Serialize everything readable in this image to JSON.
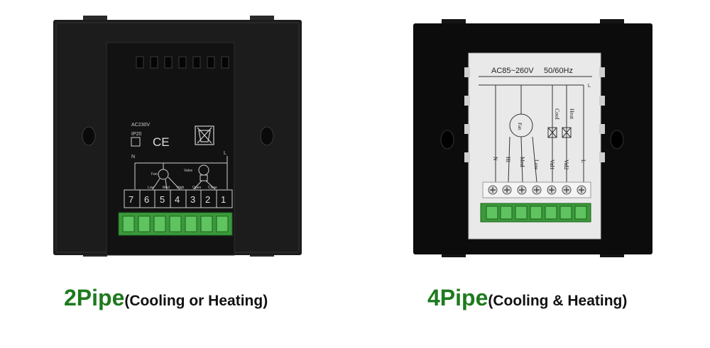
{
  "left_panel": {
    "label_ac": "AC230V",
    "label_ip": "IP20",
    "label_ce": "CE",
    "label_n": "N",
    "label_l": "L",
    "label_fan": "Fan",
    "label_valve": "Valve",
    "label_low": "Low",
    "label_med": "Med",
    "label_high": "High",
    "label_open": "Open",
    "label_close": "Close",
    "terminals": [
      "7",
      "6",
      "5",
      "4",
      "3",
      "2",
      "1"
    ]
  },
  "right_panel": {
    "label_voltage": "AC85~260V",
    "label_freq": "50/60Hz",
    "label_fan": "Fan",
    "label_cool": "Cool",
    "label_heat": "Heat",
    "label_l": "L",
    "terminal_labels": [
      "N",
      "Hi",
      "Med",
      "Low",
      "Val1",
      "Val2",
      "L"
    ]
  },
  "captions": {
    "left_big": "2Pipe",
    "left_small": "(Cooling or Heating)",
    "right_big": "4Pipe",
    "right_small": "(Cooling & Heating)"
  },
  "colors": {
    "caption_green": "#1e7a1e",
    "device_black": "#151515",
    "connector_green": "#3a9a3a"
  }
}
